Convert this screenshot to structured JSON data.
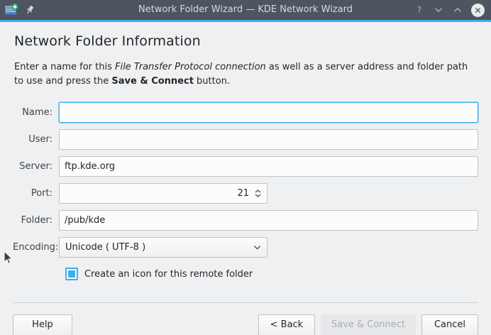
{
  "titlebar": {
    "title": "Network Folder Wizard — KDE Network Wizard",
    "window_icon": "network-folder-add-icon",
    "pin_icon": "pin-icon",
    "help_icon": "help-question-icon",
    "minimize_icon": "chevron-down-icon",
    "maximize_icon": "chevron-up-icon",
    "close_icon": "close-icon",
    "background": "#4d5560",
    "accent": "#3daee9"
  },
  "page": {
    "title": "Network Folder Information",
    "description": {
      "part1": "Enter a name for this ",
      "italic": "File Transfer Protocol connection",
      "part2": " as well as a server address and folder path to use and press the ",
      "bold": "Save & Connect",
      "part3": " button."
    }
  },
  "form": {
    "fields": [
      {
        "label": "Name:",
        "value": "",
        "placeholder": "",
        "focused": true
      },
      {
        "label": "User:",
        "value": "",
        "placeholder": "",
        "focused": false
      },
      {
        "label": "Server:",
        "value": "ftp.kde.org",
        "placeholder": "",
        "focused": false
      },
      {
        "label": "Port:",
        "value": "21",
        "placeholder": "",
        "focused": false
      },
      {
        "label": "Folder:",
        "value": "/pub/kde",
        "placeholder": "",
        "focused": false
      }
    ],
    "encoding": {
      "label": "Encoding:",
      "value": "Unicode ( UTF-8 )",
      "caret_icon": "chevron-down-icon"
    },
    "checkbox": {
      "label": "Create an icon for this remote folder",
      "checked": true,
      "color": "#3daee9"
    }
  },
  "footer": {
    "help_label": "Help",
    "back_label": "< Back",
    "save_label": "Save & Connect",
    "save_disabled": true,
    "cancel_label": "Cancel"
  }
}
